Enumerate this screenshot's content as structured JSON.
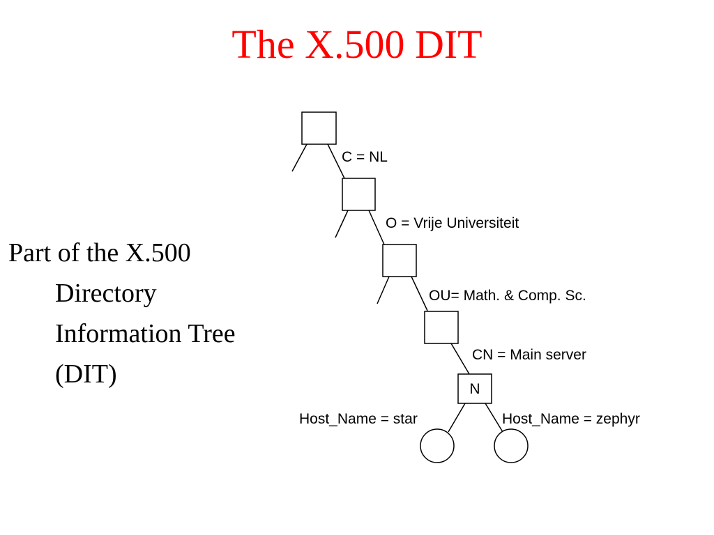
{
  "title": "The X.500 DIT",
  "caption": {
    "line1": "Part of the X.500",
    "line2": "Directory",
    "line3": "Information Tree",
    "line4": "(DIT)"
  },
  "diagram": {
    "edge_labels": {
      "country": "C = NL",
      "organization": "O = Vrije Universiteit",
      "org_unit": "OU= Math. & Comp. Sc.",
      "common_name": "CN = Main server",
      "host_left": "Host_Name = star",
      "host_right": "Host_Name = zephyr"
    },
    "node_label": "N"
  }
}
